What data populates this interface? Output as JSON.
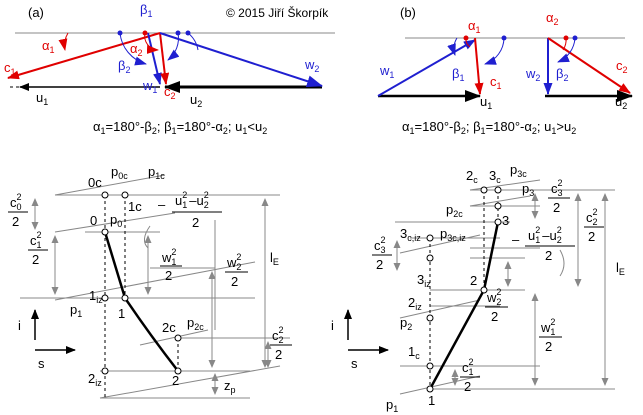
{
  "copyright": "© 2015 Jiří Škorpík",
  "panel_a": {
    "tag": "(a)",
    "caption_parts": [
      "α",
      "1",
      "=180°-β",
      "2",
      "; β",
      "1",
      "=180°-α",
      "2",
      "; u",
      "1",
      "<u",
      "2"
    ],
    "symbols": {
      "alpha1": [
        "α",
        "1"
      ],
      "beta1": [
        "β",
        "1"
      ],
      "beta2": [
        "β",
        "2"
      ],
      "alpha2": [
        "α",
        "2"
      ],
      "c1": [
        "c",
        "1"
      ],
      "c2": [
        "c",
        "2"
      ],
      "w1": [
        "w",
        "1"
      ],
      "w2": [
        "w",
        "2"
      ],
      "u1": [
        "u",
        "1"
      ],
      "u2": [
        "u",
        "2"
      ]
    }
  },
  "panel_b": {
    "tag": "(b)",
    "caption_parts": [
      "α",
      "1",
      "=180°-β",
      "2",
      "; β",
      "1",
      "=180°-α",
      "2",
      "; u",
      "1",
      ">u",
      "2"
    ],
    "symbols": {
      "alpha1": [
        "α",
        "1"
      ],
      "alpha2": [
        "α",
        "2"
      ],
      "beta1": [
        "β",
        "1"
      ],
      "beta2": [
        "β",
        "2"
      ],
      "c1": [
        "c",
        "1"
      ],
      "c2": [
        "c",
        "2"
      ],
      "w1": [
        "w",
        "1"
      ],
      "w2": [
        "w",
        "2"
      ],
      "u1": [
        "u",
        "1"
      ],
      "u2": [
        "u",
        "2"
      ]
    }
  },
  "chart_a": {
    "points": {
      "p0c": [
        "p",
        "0c"
      ],
      "p1c": [
        "p",
        "1c"
      ],
      "p0": [
        "p",
        "0"
      ],
      "p1": [
        "p",
        "1"
      ],
      "p2c": [
        "p",
        "2c"
      ],
      "n0c": "0c",
      "n1c": "1c",
      "n0": "0",
      "n1iz": [
        "1",
        "iz"
      ],
      "n1": "1",
      "n2c": "2c",
      "n2iz": [
        "2",
        "iz"
      ],
      "n2": "2"
    },
    "fractions": {
      "c0": [
        "c",
        "0",
        "2"
      ],
      "c1": [
        "c",
        "1",
        "2"
      ],
      "w1": [
        "w",
        "1",
        "2"
      ],
      "w2": [
        "w",
        "2",
        "2"
      ],
      "c2": [
        "c",
        "2",
        "2"
      ],
      "uu_num": [
        "u",
        "1",
        "2",
        "u",
        "2",
        "2"
      ],
      "den": "2",
      "minus": "–"
    },
    "lE": [
      "l",
      "E"
    ],
    "zp": [
      "z",
      "p"
    ],
    "axis_i": "i",
    "axis_s": "s"
  },
  "chart_b": {
    "points": {
      "p3c": [
        "p",
        "3c"
      ],
      "p3": [
        "p",
        "3"
      ],
      "p2c": [
        "p",
        "2c"
      ],
      "p3ciz": [
        "p",
        "3c,iz"
      ],
      "p2": [
        "p",
        "2"
      ],
      "p1": [
        "p",
        "1"
      ],
      "n2c": [
        "2",
        "c"
      ],
      "n3c": [
        "3",
        "c"
      ],
      "n3": "3",
      "n3ciz": [
        "3",
        "c,iz"
      ],
      "n3iz": [
        "3",
        "iz"
      ],
      "n2": "2",
      "n2iz": [
        "2",
        "iz"
      ],
      "n1c": [
        "1",
        "c"
      ],
      "n1": "1"
    },
    "fractions": {
      "c3": [
        "c",
        "3",
        "2"
      ],
      "c2": [
        "c",
        "2",
        "2"
      ],
      "w2": [
        "w",
        "2",
        "2"
      ],
      "w1": [
        "w",
        "1",
        "2"
      ],
      "c1": [
        "c",
        "1",
        "2"
      ],
      "uu_num": [
        "u",
        "1",
        "2",
        "u",
        "2",
        "2"
      ],
      "den": "2",
      "minus": "–"
    },
    "lE": [
      "l",
      "E"
    ],
    "axis_i": "i",
    "axis_s": "s"
  },
  "colors": {
    "red": "#e00000",
    "blue": "#1f1fd0",
    "black": "#000000",
    "grey": "#888888"
  }
}
